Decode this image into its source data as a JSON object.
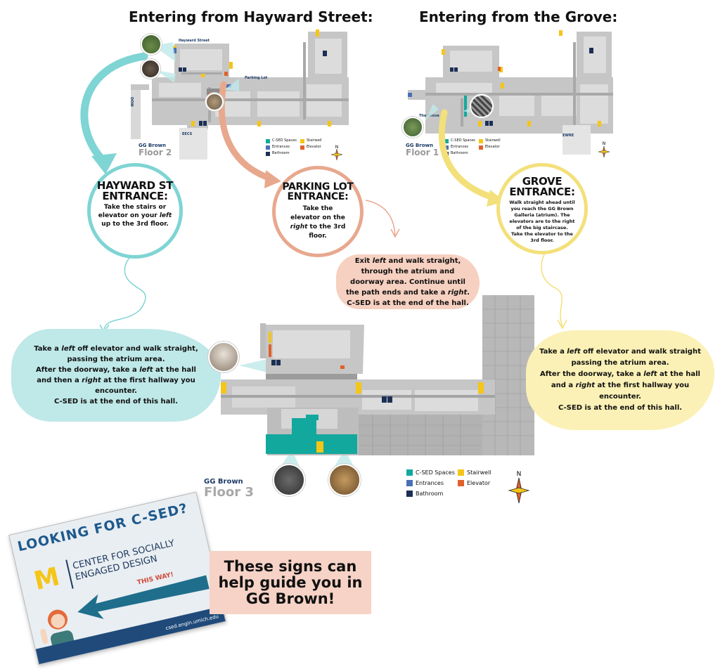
{
  "titles": {
    "hayward": "Entering from Hayward Street:",
    "grove": "Entering from the Grove:"
  },
  "floor2": {
    "labels": {
      "hayward_street": "Hayward Street",
      "parking_lot": "Parking Lot",
      "eecs": "EECS",
      "side": "DOW"
    },
    "building": "GG Brown",
    "floor": "Floor 2",
    "legend": {
      "cseds": "C-SED Spaces",
      "entrances": "Entrances",
      "bathroom": "Bathroom",
      "stairwell": "Stairwell",
      "elevator": "Elevator"
    }
  },
  "floor1": {
    "labels": {
      "grove": "The Grove",
      "ewre": "EWRE"
    },
    "building": "GG Brown",
    "floor": "Floor 1",
    "legend": {
      "cseds": "C-SED Spaces",
      "entrances": "Entrances",
      "bathroom": "Bathroom",
      "stairwell": "Stairwell",
      "elevator": "Elevator"
    }
  },
  "floor3": {
    "building": "GG Brown",
    "floor": "Floor 3",
    "legend": {
      "cseds": "C-SED Spaces",
      "entrances": "Entrances",
      "bathroom": "Bathroom",
      "stairwell": "Stairwell",
      "elevator": "Elevator"
    }
  },
  "compass": "N",
  "circles": {
    "hayward": {
      "heading1": "HAYWARD ST",
      "heading2": "ENTRANCE:",
      "p1": "Take the stairs or",
      "p2a": "elevator on your ",
      "p2b": "left",
      "p3": "up to the 3rd floor."
    },
    "parking": {
      "heading1": "PARKING LOT",
      "heading2": "ENTRANCE:",
      "p1": "Take the",
      "p2": "elevator on the",
      "p3a": "right",
      "p3b": " to the 3rd",
      "p4": "floor."
    },
    "grove": {
      "heading1": "GROVE",
      "heading2": "ENTRANCE:",
      "p1": "Walk straight ahead until",
      "p2": "you reach the GG Brown",
      "p3": "Galleria (atrium). The",
      "p4": "elevators are to the right",
      "p5": "of the big staircase.",
      "p6": "Take the elevator to the",
      "p7": "3rd floor."
    }
  },
  "blobs": {
    "left": {
      "l1a": "Take a ",
      "l1b": "left",
      "l1c": " off elevator and walk straight,",
      "l2": "passing the atrium area.",
      "l3a": "After the doorway, take a ",
      "l3b": "left",
      "l3c": " at the hall",
      "l4a": "and then a ",
      "l4b": "right",
      "l4c": " at the first hallway you",
      "l5": "encounter.",
      "l6": "C-SED is at the end of this hall."
    },
    "middle": {
      "l1a": "Exit ",
      "l1b": "left",
      "l1c": " and walk straight,",
      "l2": "through the atrium and",
      "l3": "doorway area. Continue until",
      "l4a": "the path ends and take a ",
      "l4b": "right",
      "l4c": ".",
      "l5": "C-SED is at the end of the hall."
    },
    "right": {
      "l1a": "Take a ",
      "l1b": "left",
      "l1c": " off elevator and walk straight",
      "l2": "passing the atrium area.",
      "l3a": "After the doorway, take a ",
      "l3b": "left",
      "l3c": " at the hall",
      "l4a": "and a ",
      "l4b": "right",
      "l4c": " at the first hallway you",
      "l5": "encounter.",
      "l6": "C-SED is at the end of this hall."
    }
  },
  "sign": {
    "heading": "LOOKING FOR C-SED?",
    "logo": "M",
    "name1": "CENTER FOR SOCIALLY",
    "name2": "ENGAGED DESIGN",
    "this_way": "THIS WAY!",
    "url": "csed.engin.umich.edu"
  },
  "callout": {
    "l1": "These signs can",
    "l2": "help guide you in",
    "l3": "GG Brown!"
  },
  "colors": {
    "cseds": "#13a89e",
    "entrances": "#4a6fb5",
    "bathroom": "#1c2f55",
    "stairwell": "#f5c518",
    "elevator": "#e0612b",
    "teal_path": "#7fd4d4",
    "salmon_path": "#e8a88e",
    "yellow_path": "#f3e07a",
    "blob_teal": "#bfe8e8",
    "blob_salmon": "#f6d0c0",
    "blob_yellow": "#fbf1b6",
    "callout": "#f6d3c6",
    "map_gray": "#c8c8c8"
  }
}
